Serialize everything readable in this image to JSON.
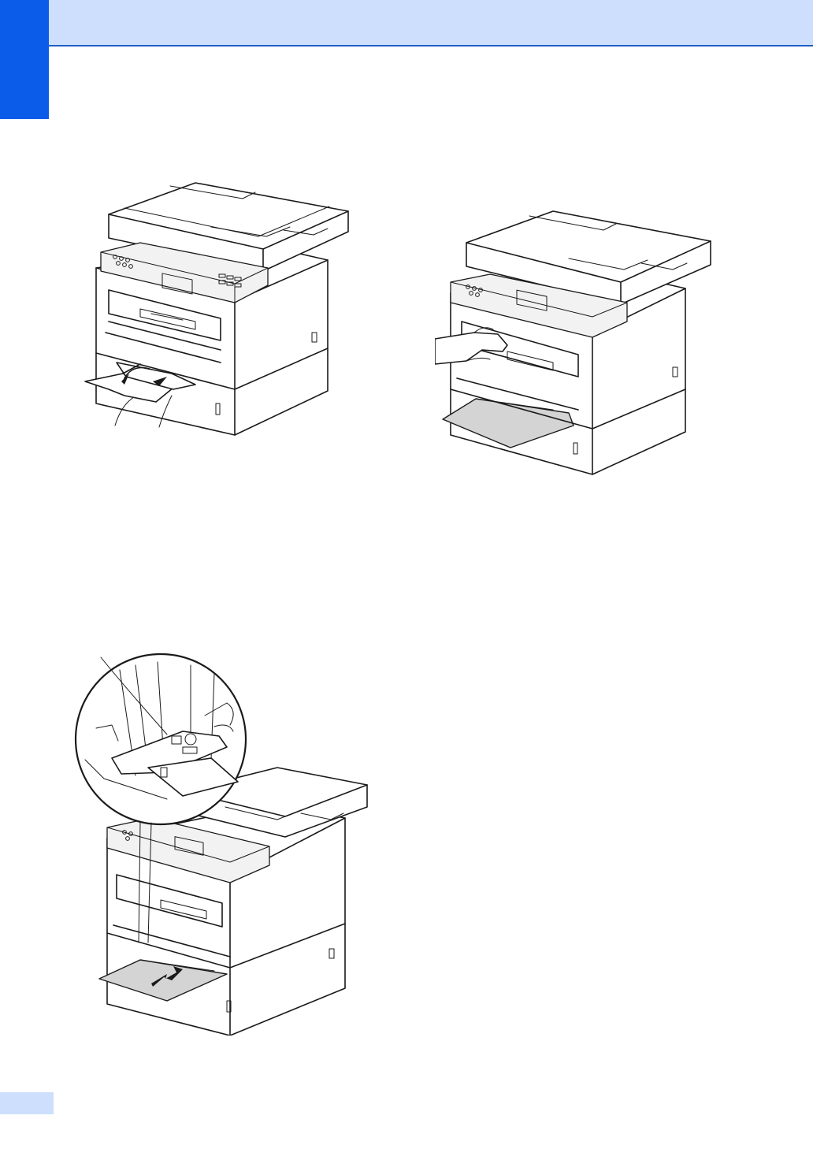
{
  "page": {
    "header_color": "#cddffd",
    "accent_color": "#0b5ce8",
    "rule_color": "#1e5fc7"
  },
  "figures": [
    {
      "name": "printer-extending-mp-tray-support",
      "callouts": 2
    },
    {
      "name": "printer-hand-lifting-flap",
      "callouts": 0
    },
    {
      "name": "printer-loading-paper-mp-tray-with-inset",
      "callouts": 1
    }
  ]
}
